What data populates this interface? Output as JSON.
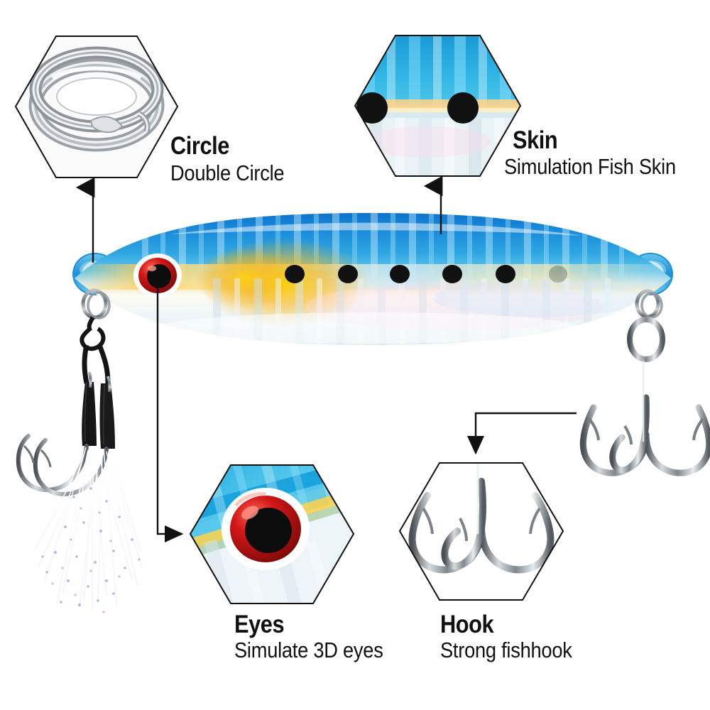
{
  "image": {
    "subject": "metal jigging fishing lure infographic",
    "background_color": "#ffffff",
    "line_color": "#111111"
  },
  "callouts": [
    {
      "id": "circle",
      "title": "Circle",
      "subtitle": "Double Circle",
      "hex_content": "split-ring-photo",
      "hex_fill": "#e9eaec",
      "arrow": "up"
    },
    {
      "id": "skin",
      "title": "Skin",
      "subtitle": "Simulation Fish Skin",
      "hex_content": "holographic-fish-skin-photo",
      "hex_fill": "#1f9fd8",
      "arrow": "up"
    },
    {
      "id": "eyes",
      "title": "Eyes",
      "subtitle": "Simulate 3D eyes",
      "hex_content": "red-3d-eye-photo",
      "hex_fill": "#bfe6f2",
      "arrow": "right"
    },
    {
      "id": "hook",
      "title": "Hook",
      "subtitle": "Strong fishhook",
      "hex_content": "treble-hook-photo",
      "hex_fill": "#ffffff",
      "arrow": "down"
    }
  ],
  "lure": {
    "name": "metal-jig-body",
    "top_color": "#1a86d8",
    "belly_color": "#f2f6f8",
    "lateral_gold": "#f2c50d",
    "eye_color": "#b81414",
    "dot_color": "#111111",
    "dot_count": 6,
    "ring_color": "#2a9ad6"
  },
  "hardware": {
    "assist_hook": "twin assist hook with flash tinsel",
    "treble_hook": "treble hook",
    "split_ring": "split ring",
    "metal_color": "#8e949a"
  },
  "chart_data": null
}
